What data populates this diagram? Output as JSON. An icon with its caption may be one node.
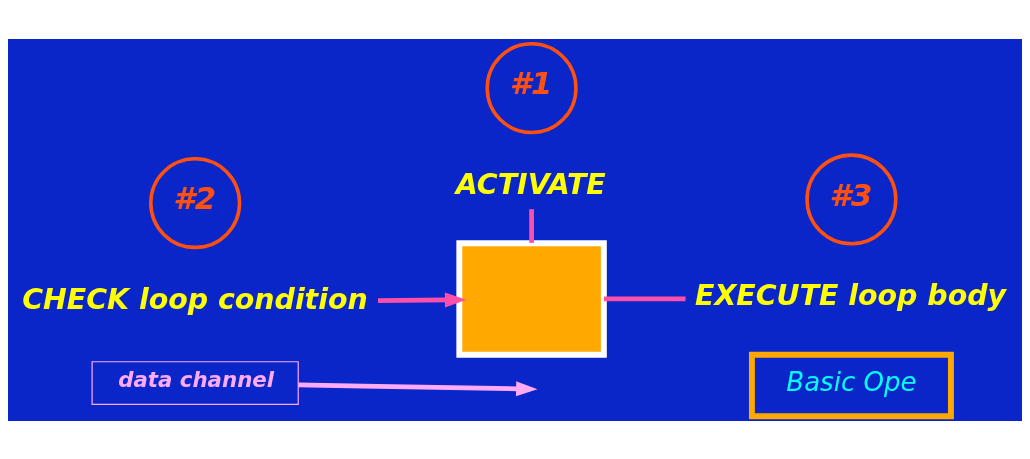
{
  "diagram": {
    "nodes": [
      {
        "text": [
          "#2"
        ]
      },
      {
        "text": [
          "CHECK loop condition"
        ]
      },
      {
        "text": [
          "#1"
        ]
      },
      {
        "text": [
          "ACTIVATE"
        ]
      },
      {
        "text": [],
        "shape": "box"
      },
      {
        "text": [
          "#3"
        ]
      },
      {
        "text": [
          "EXECUTE loop body"
        ]
      },
      {
        "text": [
          "data channel"
        ]
      },
      {
        "text": [
          "Basic Ope"
        ]
      }
    ],
    "edges": [
      {
        "from": 1,
        "to": 4,
        "arrow": "to"
      },
      {
        "from": 3,
        "to": 4,
        "arrow": "none"
      },
      {
        "from": 4,
        "to": 6,
        "arrow": "none"
      },
      {
        "from": 7,
        "to": null,
        "arrow": "to",
        "color": "#ffaaf5"
      }
    ]
  }
}
